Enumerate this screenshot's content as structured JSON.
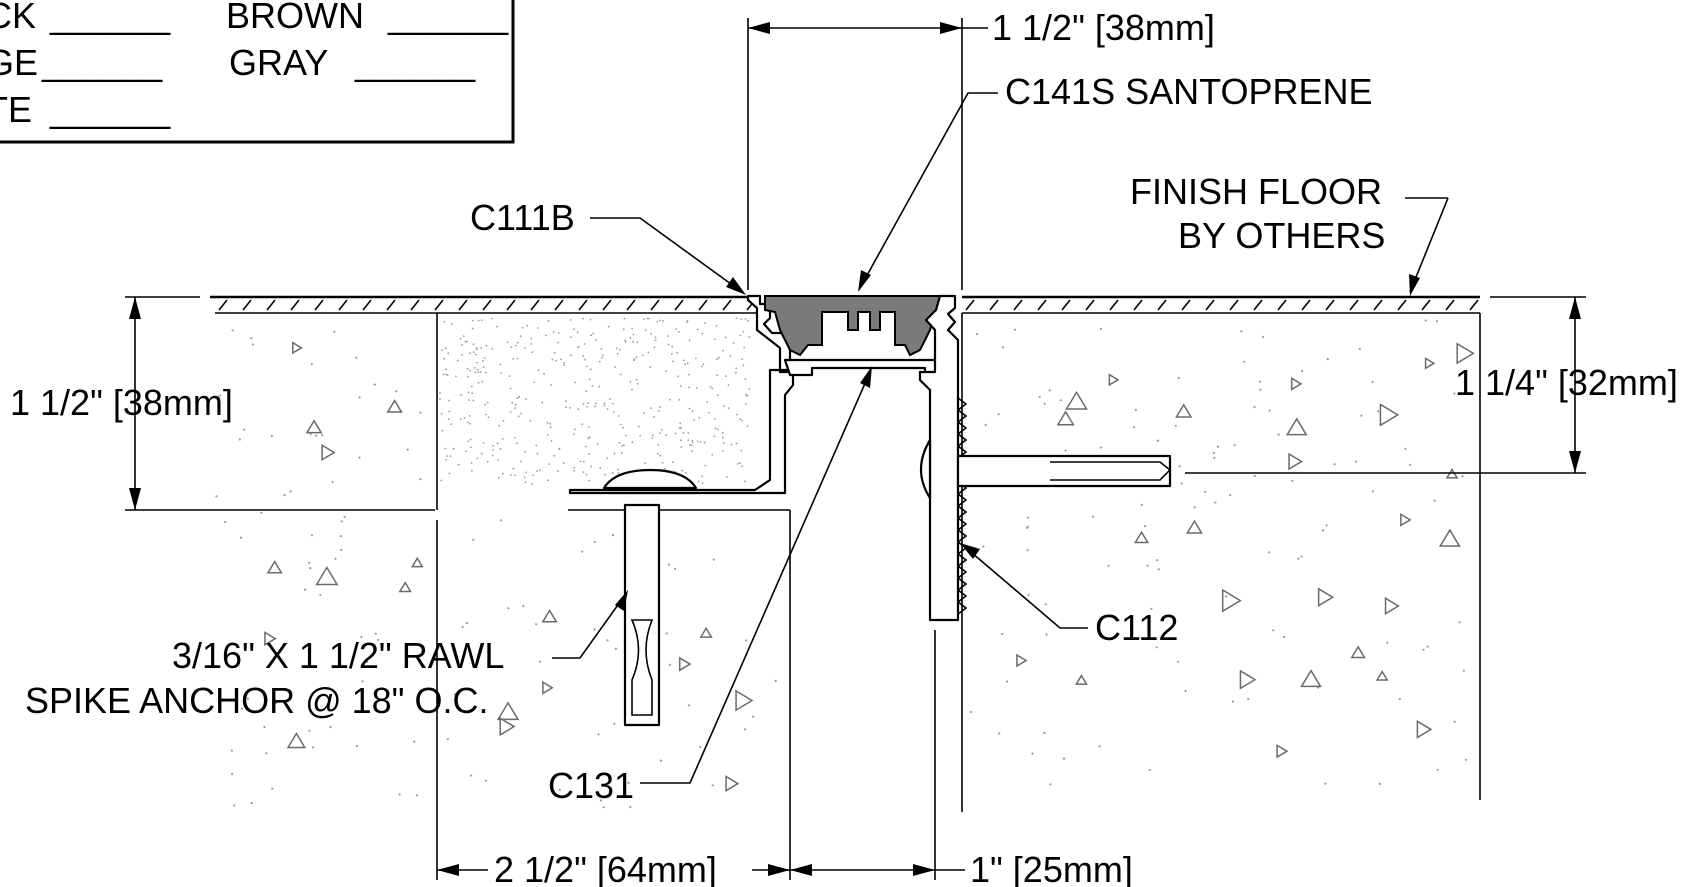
{
  "color_legend": {
    "items": [
      {
        "label": "CK",
        "blank": "______"
      },
      {
        "label": "BROWN",
        "blank": "______"
      },
      {
        "label": "GE",
        "blank": "______"
      },
      {
        "label": "GRAY",
        "blank": "______"
      },
      {
        "label": "TE",
        "blank": "______"
      }
    ]
  },
  "labels": {
    "top_dim": "1 1/2\" [38mm]",
    "gasket": "C141S SANTOPRENE",
    "finish_floor_1": "FINISH FLOOR",
    "finish_floor_2": "BY OTHERS",
    "c111b": "C111B",
    "left_dim": "1 1/2\" [38mm]",
    "right_dim": "1 1/4\" [32mm]",
    "c112": "C112",
    "anchor_1": "3/16\" X 1 1/2\" RAWL",
    "anchor_2": "SPIKE ANCHOR @ 18\" O.C.",
    "c131": "C131",
    "bottom_dim_left": "2 1/2\" [64mm]",
    "bottom_dim_right": "1\" [25mm]"
  },
  "colors": {
    "ink": "#000000",
    "gasket_fill": "#7a7a7a",
    "concrete_dot": "#9a9a9a"
  }
}
